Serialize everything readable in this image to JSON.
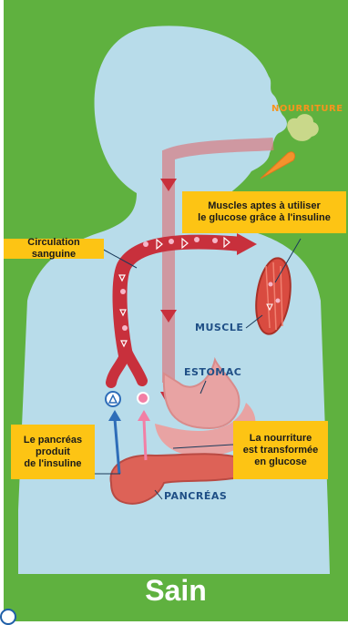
{
  "title": "Sain",
  "labels": {
    "food": "NOURRITURE",
    "muscles_box": "Muscles aptes à utiliser\nle glucose grâce à l'insuline",
    "circulation_box": "Circulation sanguine",
    "pancreas_box": "Le pancréas\nproduit\nde l'insuline",
    "glucose_box": "La nourriture\nest transformée\nen glucose",
    "muscle": "MUSCLE",
    "stomach": "ESTOMAC",
    "pancreas": "PANCRÉAS"
  },
  "colors": {
    "background": "#5fb13f",
    "silhouette": "#b8dcea",
    "label_box": "#fdc414",
    "organ_text": "#1f4f86",
    "blood": "#c8303c",
    "insulin_arrow": "#2e6db8",
    "glucose_arrow": "#f27fa5",
    "food_label": "#f7941d"
  }
}
